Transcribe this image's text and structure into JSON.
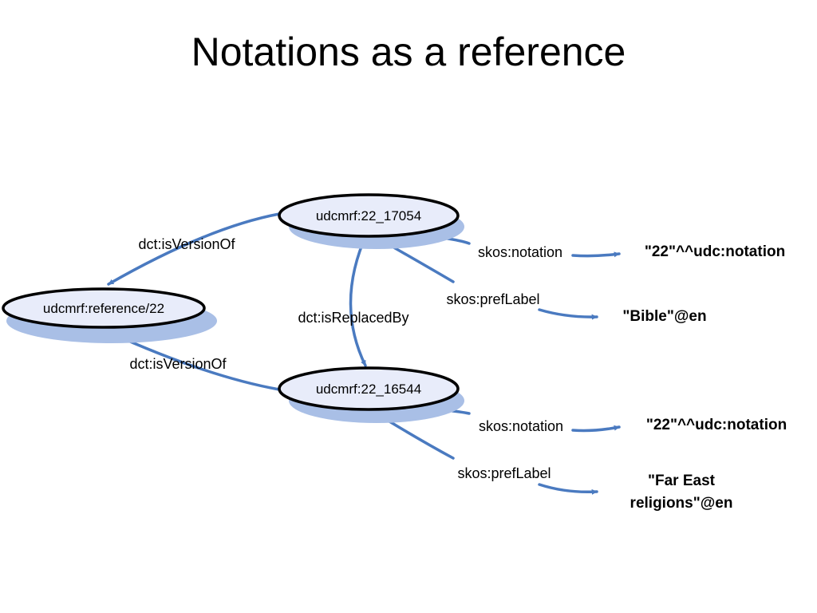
{
  "slide": {
    "title": "Notations as a reference"
  },
  "nodes": {
    "n1": "udcmrf:22_17054",
    "n2": "udcmrf:reference/22",
    "n3": "udcmrf:22_16544"
  },
  "edges": {
    "is_version_of_top": "dct:isVersionOf",
    "is_version_of_bottom": "dct:isVersionOf",
    "is_replaced_by": "dct:isReplacedBy",
    "notation_top": "skos:notation",
    "pref_label_top": "skos:prefLabel",
    "notation_bottom": "skos:notation",
    "pref_label_bottom": "skos:prefLabel"
  },
  "literals": {
    "notation_top": "\"22\"^^udc:notation",
    "label_top": "\"Bible\"@en",
    "notation_bottom": "\"22\"^^udc:notation",
    "label_bottom_line1": "\"Far East",
    "label_bottom_line2": "religions\"@en"
  },
  "colors": {
    "edge": "#4a7ac0",
    "node_fill": "#e8ecfa",
    "node_shadow": "#a9bfe6",
    "node_stroke": "#000000"
  }
}
